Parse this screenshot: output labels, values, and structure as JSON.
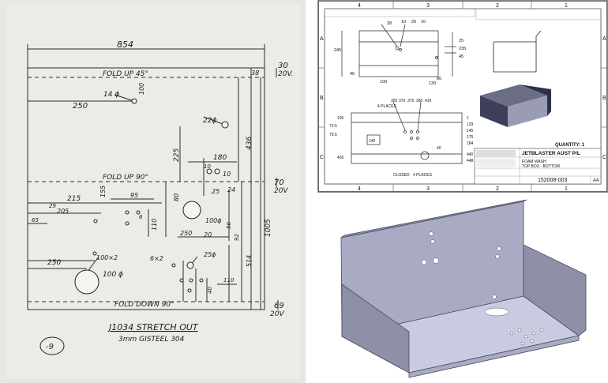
{
  "sketch": {
    "overall_width": "854",
    "dim_30": "30",
    "dim_20v_top": "20V.",
    "fold_up_45": "FOLD UP 45°",
    "dim_38": "38",
    "dim_14dia": "14 ϕ",
    "dim_100_top": "100",
    "dim_250_top": "250",
    "dim_22dia": "22ϕ",
    "dim_436": "436",
    "dim_225": "225",
    "dim_180": "180",
    "dim_10_small": "10",
    "dim_10dia": "10",
    "dim_70": "70",
    "dim_20v_mid": "20V",
    "dim_1005": "1005",
    "fold_up_90": "FOLD UP 90°",
    "dim_80": "80",
    "dim_25": "25",
    "dim_24": "24",
    "dim_215": "215",
    "dim_95": "95",
    "dim_155": "155",
    "dim_29": "29",
    "dim_205": "205",
    "dim_65": "65",
    "dim_6": "6",
    "dim_110": "110",
    "dim_100dia_mid": "100ϕ",
    "dim_20": "20",
    "dim_50": "50",
    "dim_92": "92",
    "dim_100x2": "100×2",
    "dim_250_mid": "250",
    "dim_6x2": "6×2",
    "dim_25dia": "25ϕ",
    "dim_250_low": "250",
    "dim_514": "514",
    "dim_100dia_low": "100 ϕ",
    "dim_40": "40",
    "dim_110_low": "110",
    "fold_down_90": "FOLD DOWN 90°",
    "dim_69": "69",
    "dim_20v_bot": "20V",
    "part_number": "J1034  STRETCH OUT",
    "material": "3mm  GISTEEL  304",
    "circled_note": "-9"
  },
  "cad": {
    "col_labels_top": [
      "4",
      "3",
      "2",
      "1"
    ],
    "col_labels_bottom": [
      "4",
      "3",
      "2",
      "1"
    ],
    "row_labels": [
      "A",
      "B",
      "C"
    ],
    "dims_top": [
      "28",
      "10",
      "20",
      "10",
      "245",
      "235",
      "45",
      "25",
      "40",
      "100",
      "130",
      "80"
    ],
    "dims_bottom": [
      "4 PLACES",
      "370",
      "375",
      "390",
      "410",
      "355",
      "100",
      "73.5",
      "1",
      "79.5",
      "129",
      "145",
      "175",
      "184",
      "430",
      "140",
      "40",
      "440",
      "448",
      "CLOSED",
      "4 PLACES"
    ],
    "quantity": "QUANTITY: 1",
    "company": "JETBLASTER AUST P/L",
    "title_line1": "FOAM WASH",
    "title_line2": "TOP BOX - BOTTOM",
    "drawing_no": "152008-003",
    "sheet_size": "A4"
  },
  "iso": {
    "colors": {
      "face_light": "#c9cbe0",
      "face_mid": "#a9abc4",
      "face_dark": "#8e90a8",
      "edge": "#4a4c5e",
      "hole": "#ffffff"
    }
  }
}
